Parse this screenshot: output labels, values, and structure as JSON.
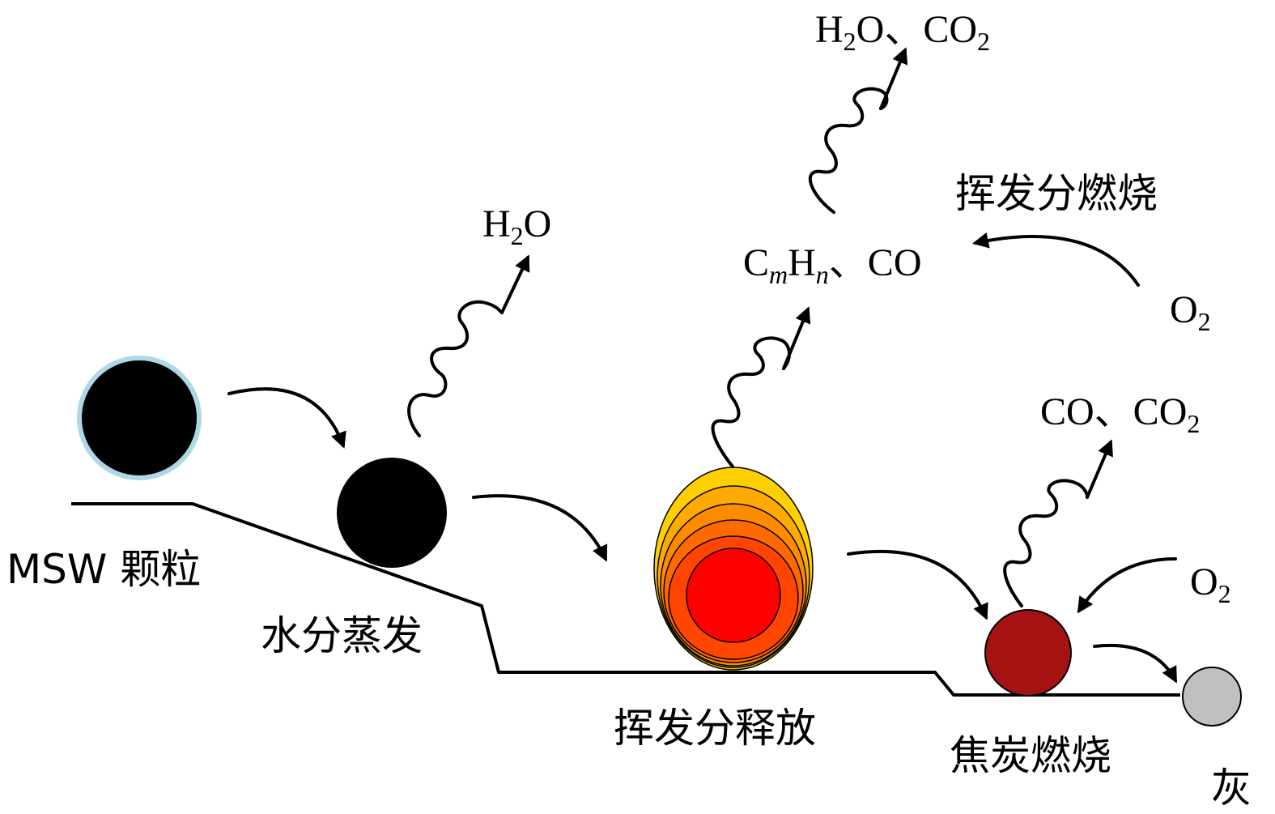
{
  "labels": {
    "msw_particle": "MSW 颗粒",
    "moisture_evaporation": "水分蒸发",
    "volatile_release": "挥发分释放",
    "char_combustion": "焦炭燃烧",
    "ash": "灰",
    "volatile_combustion": "挥发分燃烧"
  },
  "species": {
    "h2o": {
      "a": "H",
      "a_sub": "2",
      "b": "O"
    },
    "h2o_co2": {
      "a": "H",
      "a_sub": "2",
      "b": "O、CO",
      "b_sub": "2"
    },
    "cmhn_co": {
      "a": "C",
      "a_sub": "m",
      "b": "H",
      "b_sub": "n",
      "c": "、CO"
    },
    "o2_upper": {
      "a": "O",
      "a_sub": "2"
    },
    "co_co2": {
      "a": "CO、CO",
      "a_sub": "2"
    },
    "o2_lower": {
      "a": "O",
      "a_sub": "2"
    }
  },
  "colors": {
    "particle": "#000000",
    "particle_ring": "#add8e6",
    "volatile_outer": "#ffd700",
    "volatile_core": "#ff0000",
    "char": "#a51212",
    "ash": "#c0c0c0"
  }
}
